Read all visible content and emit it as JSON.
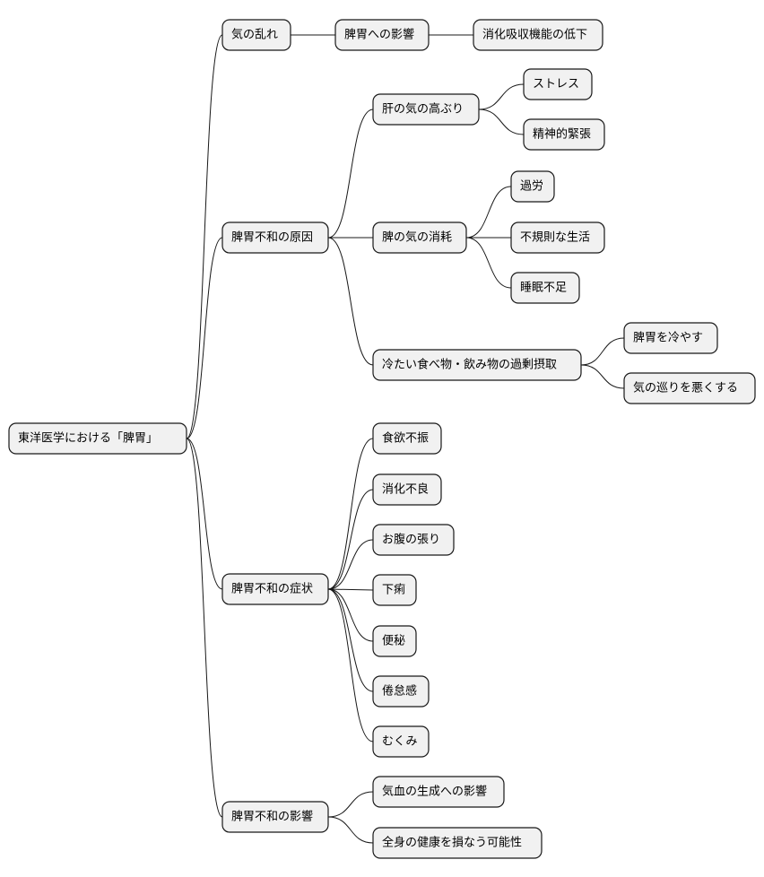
{
  "colors": {
    "node_fill": "#f1f1f1",
    "node_stroke": "#181818",
    "line": "#181818",
    "text": "#000000"
  },
  "mindmap": {
    "root": {
      "id": "root",
      "label": "東洋医学における「脾胃」"
    },
    "nodes": [
      {
        "id": "n1",
        "parent": "root",
        "label": "気の乱れ"
      },
      {
        "id": "n1a",
        "parent": "n1",
        "label": "脾胃への影響"
      },
      {
        "id": "n1a1",
        "parent": "n1a",
        "label": "消化吸収機能の低下"
      },
      {
        "id": "n2",
        "parent": "root",
        "label": "脾胃不和の原因"
      },
      {
        "id": "n2a",
        "parent": "n2",
        "label": "肝の気の高ぶり"
      },
      {
        "id": "n2a1",
        "parent": "n2a",
        "label": "ストレス"
      },
      {
        "id": "n2a2",
        "parent": "n2a",
        "label": "精神的緊張"
      },
      {
        "id": "n2b",
        "parent": "n2",
        "label": "脾の気の消耗"
      },
      {
        "id": "n2b1",
        "parent": "n2b",
        "label": "過労"
      },
      {
        "id": "n2b2",
        "parent": "n2b",
        "label": "不規則な生活"
      },
      {
        "id": "n2b3",
        "parent": "n2b",
        "label": "睡眠不足"
      },
      {
        "id": "n2c",
        "parent": "n2",
        "label": "冷たい食べ物・飲み物の過剰摂取"
      },
      {
        "id": "n2c1",
        "parent": "n2c",
        "label": "脾胃を冷やす"
      },
      {
        "id": "n2c2",
        "parent": "n2c",
        "label": "気の巡りを悪くする"
      },
      {
        "id": "n3",
        "parent": "root",
        "label": "脾胃不和の症状"
      },
      {
        "id": "n3a",
        "parent": "n3",
        "label": "食欲不振"
      },
      {
        "id": "n3b",
        "parent": "n3",
        "label": "消化不良"
      },
      {
        "id": "n3c",
        "parent": "n3",
        "label": "お腹の張り"
      },
      {
        "id": "n3d",
        "parent": "n3",
        "label": "下痢"
      },
      {
        "id": "n3e",
        "parent": "n3",
        "label": "便秘"
      },
      {
        "id": "n3f",
        "parent": "n3",
        "label": "倦怠感"
      },
      {
        "id": "n3g",
        "parent": "n3",
        "label": "むくみ"
      },
      {
        "id": "n4",
        "parent": "root",
        "label": "脾胃不和の影響"
      },
      {
        "id": "n4a",
        "parent": "n4",
        "label": "気血の生成への影響"
      },
      {
        "id": "n4b",
        "parent": "n4",
        "label": "全身の健康を損なう可能性"
      }
    ]
  }
}
